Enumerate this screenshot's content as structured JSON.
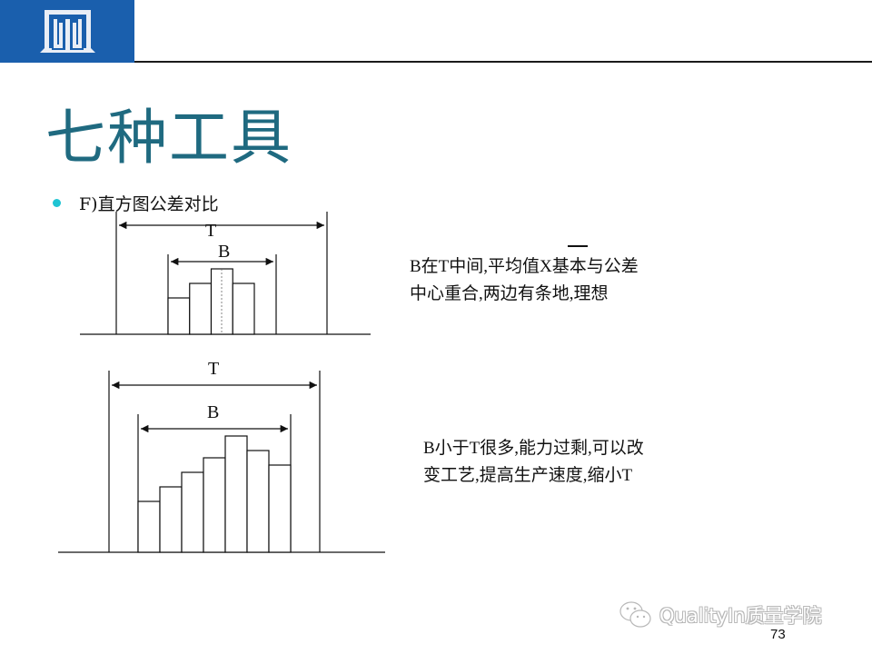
{
  "header": {
    "logo_icon": "pillar-gate-logo-icon",
    "brand_color": "#1a5fad"
  },
  "slide": {
    "title": "七种工具",
    "title_color": "#1f6a80",
    "bullet": {
      "text": "F)直方图公差对比",
      "bullet_color": "#1fc4d3"
    },
    "page_number": "73"
  },
  "diagrams": [
    {
      "id": "centered",
      "tolerance_label": "T",
      "spread_label": "B",
      "bar_heights": [
        40,
        56,
        72,
        56
      ],
      "has_center_line": true,
      "description_lines": [
        "B在T中间,平均值X基本与公差",
        "中心重合,两边有条地,理想"
      ],
      "overline_symbol": "X"
    },
    {
      "id": "narrow",
      "tolerance_label": "T",
      "spread_label": "B",
      "bar_heights": [
        56,
        72,
        88,
        104,
        128,
        112,
        96
      ],
      "has_center_line": false,
      "description_lines": [
        "B小于T很多,能力过剩,可以改",
        "变工艺,提高生产速度,缩小T"
      ]
    }
  ],
  "watermark": {
    "icon": "wechat-icon",
    "text": "QualityIn质量学院"
  }
}
